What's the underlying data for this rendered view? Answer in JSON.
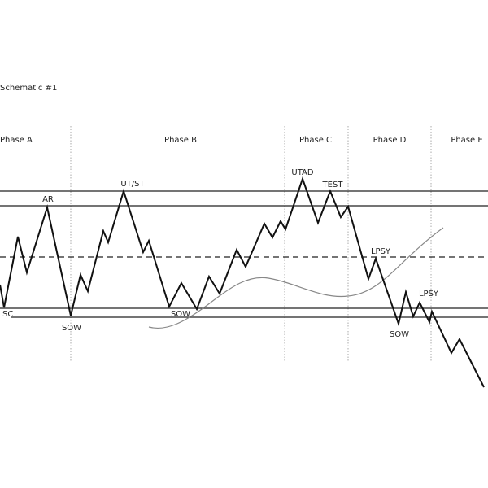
{
  "title": "Schematic #1",
  "phases": [
    "Phase A",
    "Phase B",
    "Phase C",
    "Phase D",
    "Phase E"
  ],
  "events": {
    "sc": "SC",
    "ar": "AR",
    "sow1": "SOW",
    "utst": "UT/ST",
    "sow2": "SOW",
    "utad": "UTAD",
    "test": "TEST",
    "lpsy1": "LPSY",
    "sow3": "SOW",
    "lpsy2": "LPSY"
  },
  "colors": {
    "price": "#111111",
    "curve": "#888888",
    "grid": "#aaaaaa"
  }
}
